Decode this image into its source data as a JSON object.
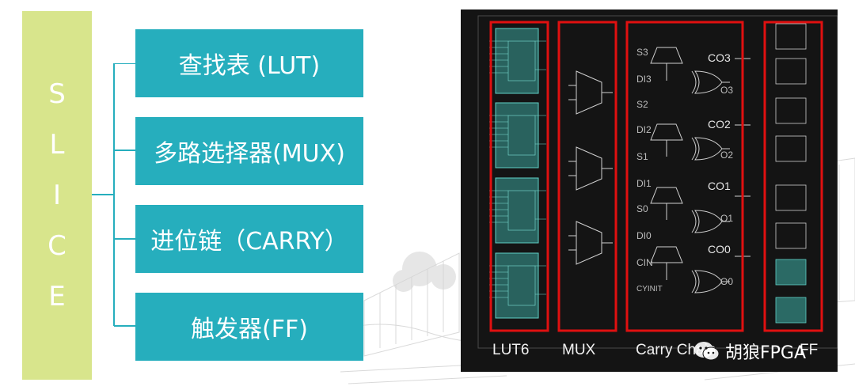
{
  "slice_letters": [
    "S",
    "L",
    "I",
    "C",
    "E"
  ],
  "components": [
    {
      "label": "查找表 (LUT)"
    },
    {
      "label": "多路选择器(MUX)"
    },
    {
      "label": "进位链（CARRY）"
    },
    {
      "label": "触发器(FF)"
    }
  ],
  "panel": {
    "captions": [
      "LUT6",
      "MUX",
      "Carry Chain",
      "FF"
    ],
    "carry_left_labels": [
      "S3",
      "DI3",
      "S2",
      "DI2",
      "S1",
      "DI1",
      "S0",
      "DI0",
      "CIN",
      "CYINIT"
    ],
    "carry_co_labels": [
      "CO3",
      "CO2",
      "CO1",
      "CO0"
    ],
    "carry_o_labels": [
      "O3",
      "O2",
      "O1",
      "O0"
    ],
    "watermark": "胡狼FPGA"
  },
  "colors": {
    "slice_bar": "#d8e58c",
    "box": "#26aebd",
    "panel_bg": "#141414",
    "highlight_red": "#e01010",
    "cell_teal": "#2e9e96"
  }
}
